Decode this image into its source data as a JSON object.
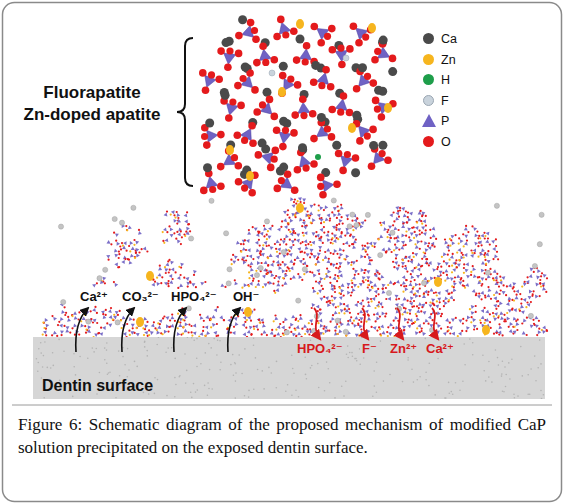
{
  "diagram": {
    "caption": "Figure 6: Schematic diagram of the proposed mechanism of modified CaP solution precipitated on the exposed dentin surface.",
    "nodes": [
      {
        "text": [
          "Dentin surface"
        ]
      }
    ],
    "labels": [
      "Fluorapatite",
      "Zn-doped apatite",
      "Ca²⁺",
      "CO₃²⁻",
      "HPO₄²⁻",
      "OH⁻",
      "HPO₄²⁻",
      "F⁻",
      "Zn²⁺",
      "Ca²⁺"
    ],
    "legend": [
      {
        "text": "Ca",
        "color": "#4a4a4a"
      },
      {
        "text": "Zn",
        "color": "#f6b51e"
      },
      {
        "text": "H",
        "color": "#1e9e4a"
      },
      {
        "text": "F",
        "color": "#c9d3dc"
      },
      {
        "text": "P"
      },
      {
        "text": "O",
        "color": "#e41a1c"
      }
    ]
  }
}
